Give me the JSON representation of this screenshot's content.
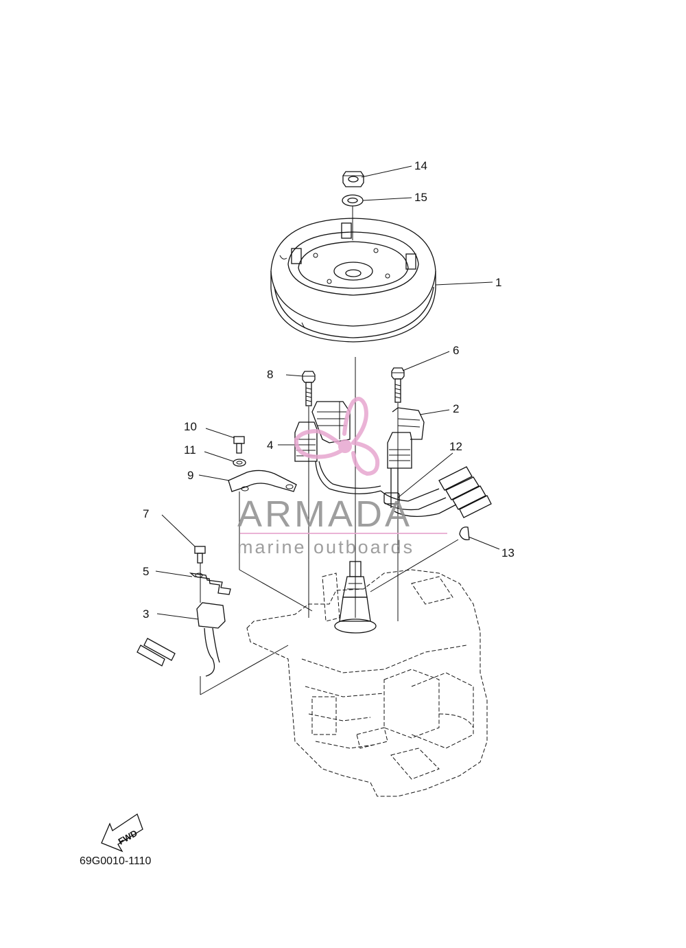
{
  "diagram": {
    "callouts": [
      {
        "id": "14",
        "label": "14"
      },
      {
        "id": "15",
        "label": "15"
      },
      {
        "id": "1",
        "label": "1"
      },
      {
        "id": "6",
        "label": "6"
      },
      {
        "id": "8",
        "label": "8"
      },
      {
        "id": "2",
        "label": "2"
      },
      {
        "id": "10",
        "label": "10"
      },
      {
        "id": "4",
        "label": "4"
      },
      {
        "id": "12",
        "label": "12"
      },
      {
        "id": "11",
        "label": "11"
      },
      {
        "id": "9",
        "label": "9"
      },
      {
        "id": "7",
        "label": "7"
      },
      {
        "id": "13",
        "label": "13"
      },
      {
        "id": "5",
        "label": "5"
      },
      {
        "id": "3",
        "label": "3"
      }
    ],
    "direction_marker": "FWD",
    "diagram_code": "69G0010-1110"
  },
  "watermark": {
    "brand": "ARMADA",
    "tagline": "marine outboards",
    "color": "#8e8e8e",
    "logo_color": "#e7a6cf"
  }
}
